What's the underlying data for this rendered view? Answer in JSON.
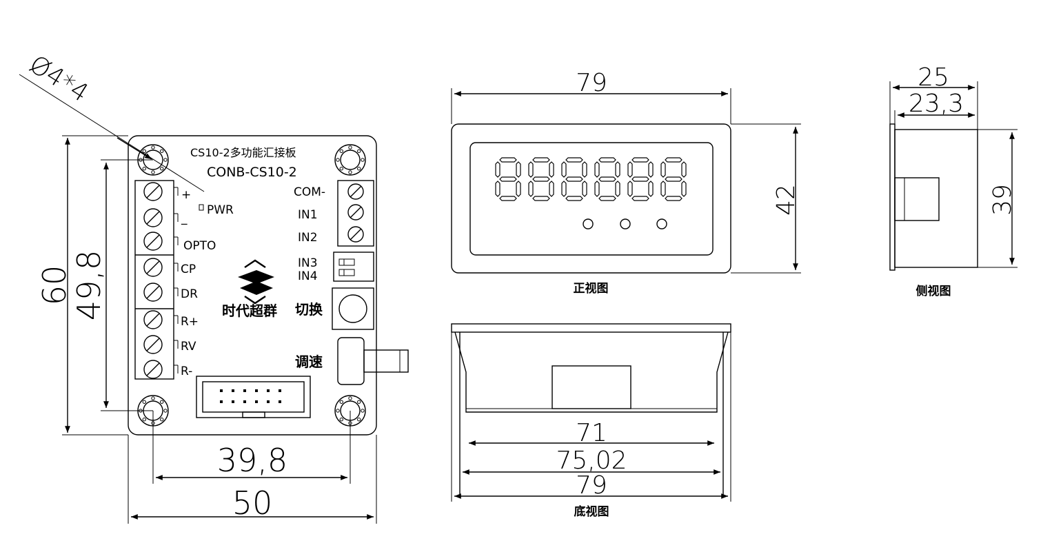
{
  "board": {
    "hole_spec": "Ø4*4",
    "title": "CS10-2多功能汇接板",
    "model": "CONB-CS10-2",
    "pwr": "PWR",
    "left_terms": [
      "+",
      "_",
      "OPTO",
      "CP",
      "DR",
      "R+",
      "RV",
      "R-"
    ],
    "right_terms": [
      "COM-",
      "IN1",
      "IN2",
      "IN3",
      "IN4"
    ],
    "brand": "时代超群",
    "switch_label": "切换",
    "speed_label": "调速"
  },
  "dimensions": {
    "board_height": "60",
    "hole_pitch_v": "49,8",
    "hole_pitch_h": "39,8",
    "board_width": "50",
    "front_width": "79",
    "front_height": "42",
    "side_total": "25",
    "side_body": "23,3",
    "side_height": "39",
    "bottom_inner": "71",
    "bottom_mid": "75,02",
    "bottom_outer": "79"
  },
  "captions": {
    "front": "正视图",
    "side": "侧视图",
    "bottom": "底视图"
  }
}
